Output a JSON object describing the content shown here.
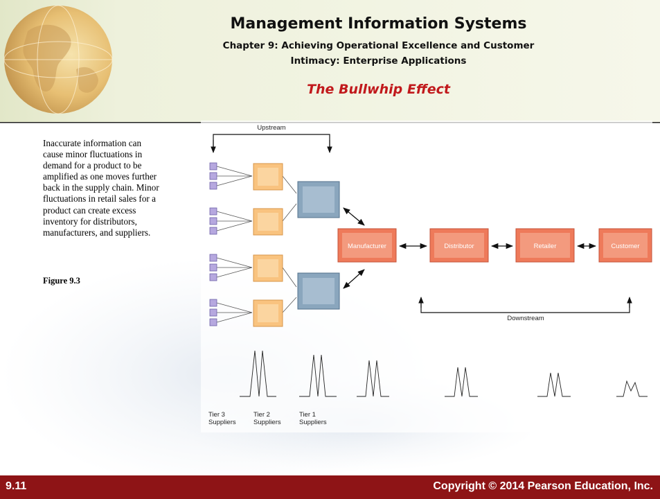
{
  "header": {
    "title": "Management Information Systems",
    "subtitle_line1": "Chapter 9: Achieving Operational Excellence and Customer",
    "subtitle_line2": "Intimacy: Enterprise Applications",
    "topic": "The Bullwhip Effect"
  },
  "content": {
    "paragraph_lines": [
      "Inaccurate information can",
      "cause minor fluctuations in",
      "demand for a product to be",
      "amplified  as one moves further",
      "back in the supply chain. Minor",
      "fluctuations in retail sales for a",
      "product can create excess",
      "inventory for distributors,",
      "manufacturers, and suppliers."
    ],
    "figure_label": "Figure 9.3"
  },
  "diagram": {
    "upstream_label": "Upstream",
    "downstream_label": "Downstream",
    "chain": [
      "Manufacturer",
      "Distributor",
      "Retailer",
      "Customer"
    ],
    "tier_labels": {
      "tier3": [
        "Tier 3",
        "Suppliers"
      ],
      "tier2": [
        "Tier 2",
        "Suppliers"
      ],
      "tier1": [
        "Tier 1",
        "Suppliers"
      ]
    },
    "colors": {
      "chain_box": "#ee7a5a",
      "tier1_box": "#8aa6bd",
      "tier2_box": "#f9c37f",
      "tier3_box": "#b6a8df",
      "accent": "#c1191c",
      "footer": "#8e1416"
    }
  },
  "footer": {
    "slide_number": "9.11",
    "copyright": "Copyright © 2014 Pearson Education, Inc."
  }
}
